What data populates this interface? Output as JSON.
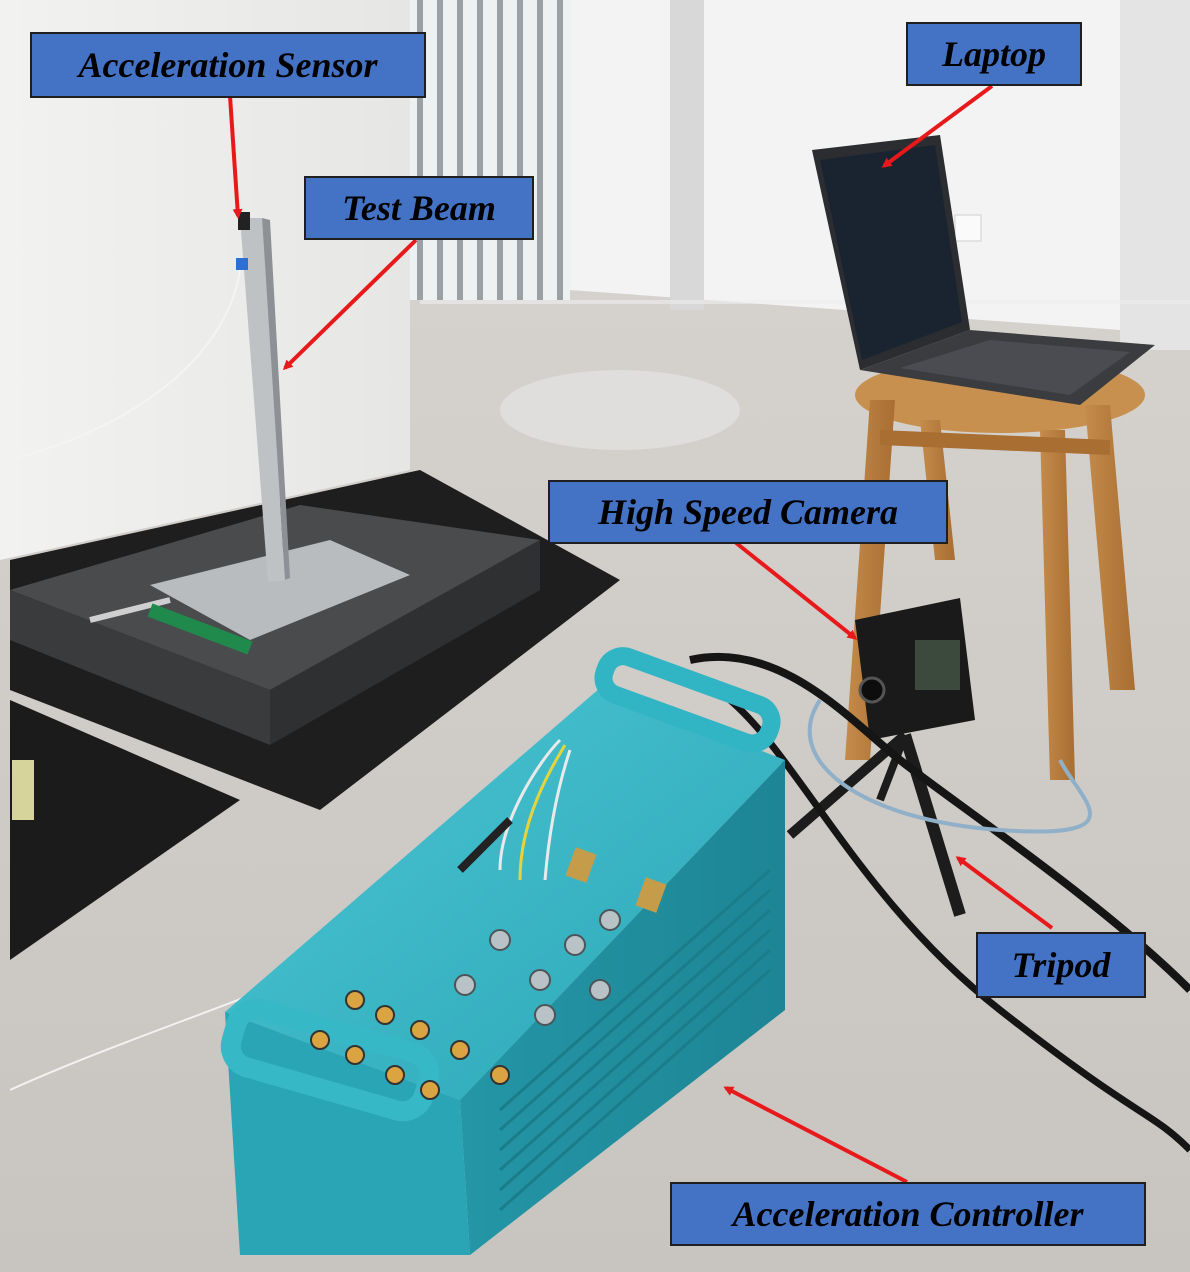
{
  "labels": {
    "acceleration_sensor": "Acceleration Sensor",
    "test_beam": "Test Beam",
    "laptop": "Laptop",
    "high_speed_camera": "High Speed Camera",
    "tripod": "Tripod",
    "acceleration_controller": "Acceleration Controller"
  },
  "colors": {
    "label_fill": "#4472c4",
    "arrow": "#e8191b",
    "controller": "#2aa9b8"
  }
}
